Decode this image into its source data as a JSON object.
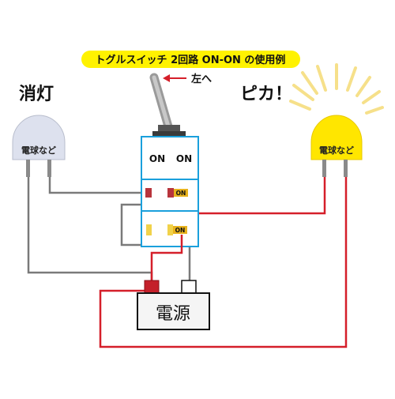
{
  "title": "トグルスイッチ 2回路 ON-ON の使用例",
  "lever_label": "左へ",
  "left_state": "消灯",
  "right_state": "ピカ！",
  "bulb_label_left": "電球など",
  "bulb_label_right": "電球など",
  "switch_on_left": "ON",
  "switch_on_right": "ON",
  "contact_on_top": "ON",
  "contact_on_bottom": "ON",
  "power_label": "電源",
  "colors": {
    "title_bg": "#fff200",
    "switch_border": "#1aa0dc",
    "red_wire": "#d51f2a",
    "gray_wire": "#7a7a7a",
    "bulb_on": "#ffe600",
    "bulb_off": "#dde1ee",
    "ray": "#f6e08a"
  }
}
